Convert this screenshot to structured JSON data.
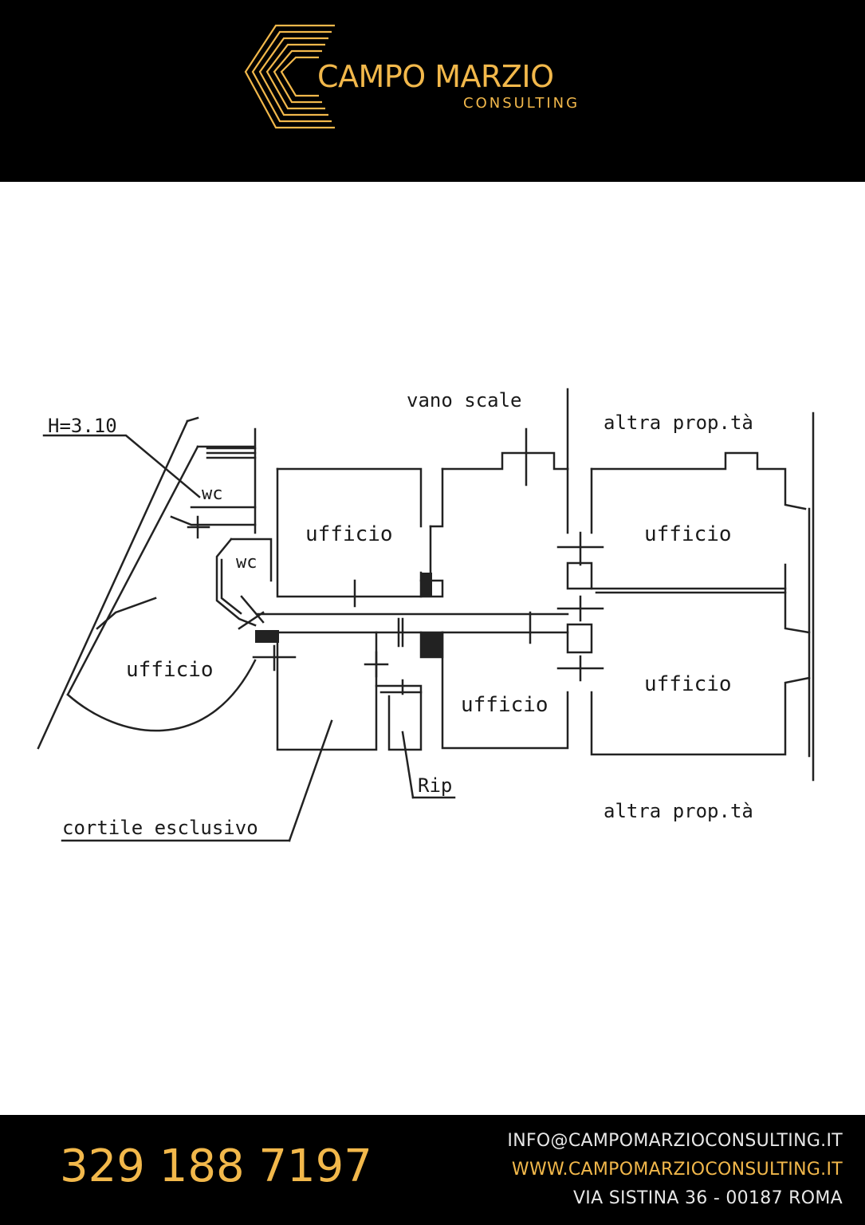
{
  "brand": {
    "name": "CAMPO MARZIO",
    "tagline": "CONSULTING",
    "colors": {
      "gold": "#f2b84b",
      "light": "#e8e8e8",
      "background": "#000000"
    }
  },
  "plan": {
    "height_label": "H=3.10",
    "stairwell_label": "vano scale",
    "other_property_top": "altra prop.tà",
    "other_property_bottom": "altra prop.tà",
    "wc_upper": "wc",
    "wc_lower": "wc",
    "office_top_center": "ufficio",
    "office_top_right": "ufficio",
    "office_left": "ufficio",
    "office_bottom_center": "ufficio",
    "office_bottom_right": "ufficio",
    "storage_label": "Rip",
    "courtyard_label": "cortile esclusivo"
  },
  "footer": {
    "phone": "329 188 7197",
    "email": "INFO@CAMPOMARZIOCONSULTING.IT",
    "website": "WWW.CAMPOMARZIOCONSULTING.IT",
    "address": "VIA SISTINA 36 - 00187 ROMA"
  }
}
